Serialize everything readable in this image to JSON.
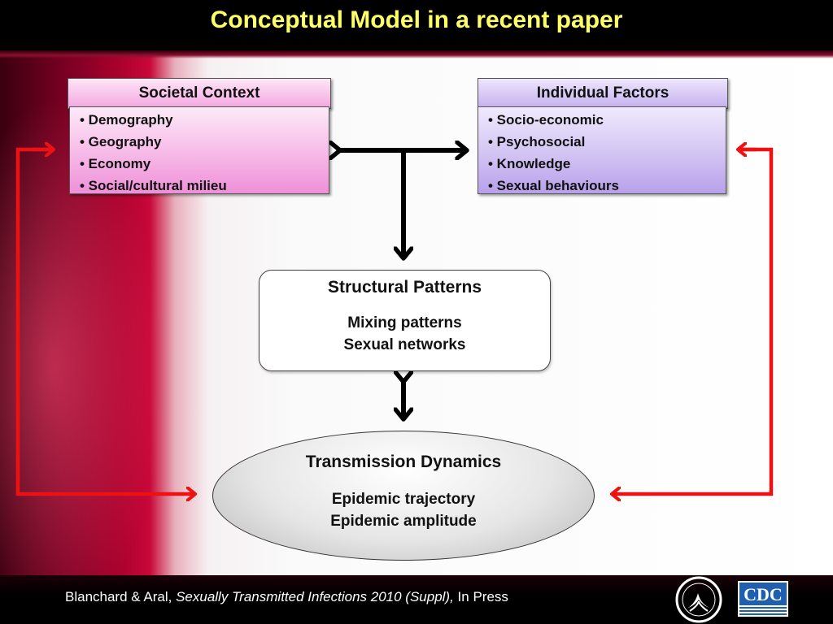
{
  "slide": {
    "title": "Conceptual Model in a recent paper"
  },
  "societal_context": {
    "header": "Societal Context",
    "items": [
      "• Demography",
      "• Geography",
      "• Economy",
      "• Social/cultural milieu"
    ]
  },
  "individual_factors": {
    "header": "Individual Factors",
    "items": [
      "• Socio-economic",
      "• Psychosocial",
      "• Knowledge",
      "• Sexual behaviours"
    ]
  },
  "structural_patterns": {
    "title": "Structural Patterns",
    "lines": [
      "Mixing patterns",
      "Sexual networks"
    ]
  },
  "transmission_dynamics": {
    "title": "Transmission Dynamics",
    "lines": [
      "Epidemic trajectory",
      "Epidemic amplitude"
    ]
  },
  "citation": {
    "authors": "Blanchard & Aral, ",
    "journal": "Sexually Transmitted Infections 2010 (Suppl),",
    "status": " In Press"
  },
  "logos": {
    "hhs": "hhs-seal-logo",
    "cdc": "cdc-logo"
  },
  "colors": {
    "title": "#ffff66",
    "red_arrow": "#ee1111",
    "black_arrow": "#000000"
  }
}
